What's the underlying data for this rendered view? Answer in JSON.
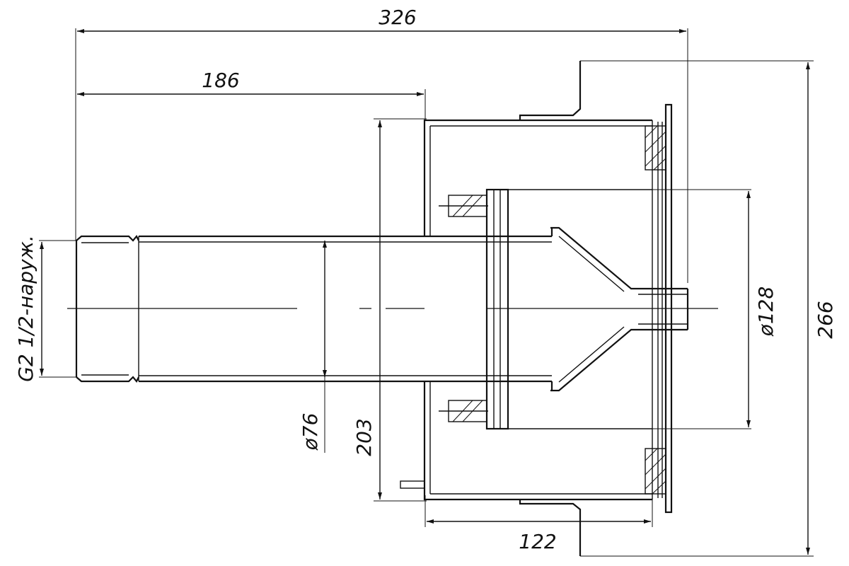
{
  "dimensions": {
    "overall_length": "326",
    "pipe_length": "186",
    "flange_height": "266",
    "housing_height": "203",
    "housing_depth": "122",
    "pipe_diameter": "ø76",
    "inner_diameter": "ø128",
    "thread": "G2 1/2-наруж."
  },
  "colors": {
    "line": "#111111",
    "background": "#ffffff"
  }
}
